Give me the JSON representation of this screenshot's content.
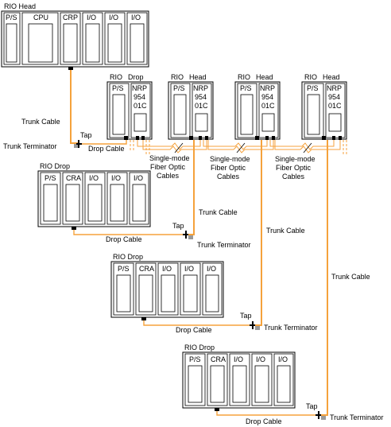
{
  "colors": {
    "cable": "#f5a23c",
    "terminator": "#9a9a9a"
  },
  "head_rack": {
    "title": "RIO Head",
    "modules": [
      "P/S",
      "CPU",
      "CRP",
      "I/O",
      "I/O",
      "I/O"
    ]
  },
  "nrp_racks": [
    {
      "title_a": "RIO",
      "title_b": "Drop",
      "ps": "P/S",
      "nrp": [
        "NRP",
        "954",
        "01C"
      ]
    },
    {
      "title_a": "RIO",
      "title_b": "Head",
      "ps": "P/S",
      "nrp": [
        "NRP",
        "954",
        "01C"
      ]
    },
    {
      "title_a": "RIO",
      "title_b": "Head",
      "ps": "P/S",
      "nrp": [
        "NRP",
        "954",
        "01C"
      ]
    },
    {
      "title_a": "RIO",
      "title_b": "Head",
      "ps": "P/S",
      "nrp": [
        "NRP",
        "954",
        "01C"
      ]
    }
  ],
  "drop_racks": [
    {
      "title": "RIO Drop",
      "modules": [
        "P/S",
        "CRA",
        "I/O",
        "I/O",
        "I/O"
      ]
    },
    {
      "title": "RIO Drop",
      "modules": [
        "P/S",
        "CRA",
        "I/O",
        "I/O",
        "I/O"
      ]
    },
    {
      "title": "RIO Drop",
      "modules": [
        "P/S",
        "CRA",
        "I/O",
        "I/O",
        "I/O"
      ]
    }
  ],
  "labels": {
    "trunk_cable": "Trunk Cable",
    "trunk_terminator": "Trunk Terminator",
    "tap": "Tap",
    "drop_cable": "Drop Cable",
    "fiber_1": "Single-mode",
    "fiber_2": "Fiber Optic",
    "fiber_3": "Cables"
  }
}
